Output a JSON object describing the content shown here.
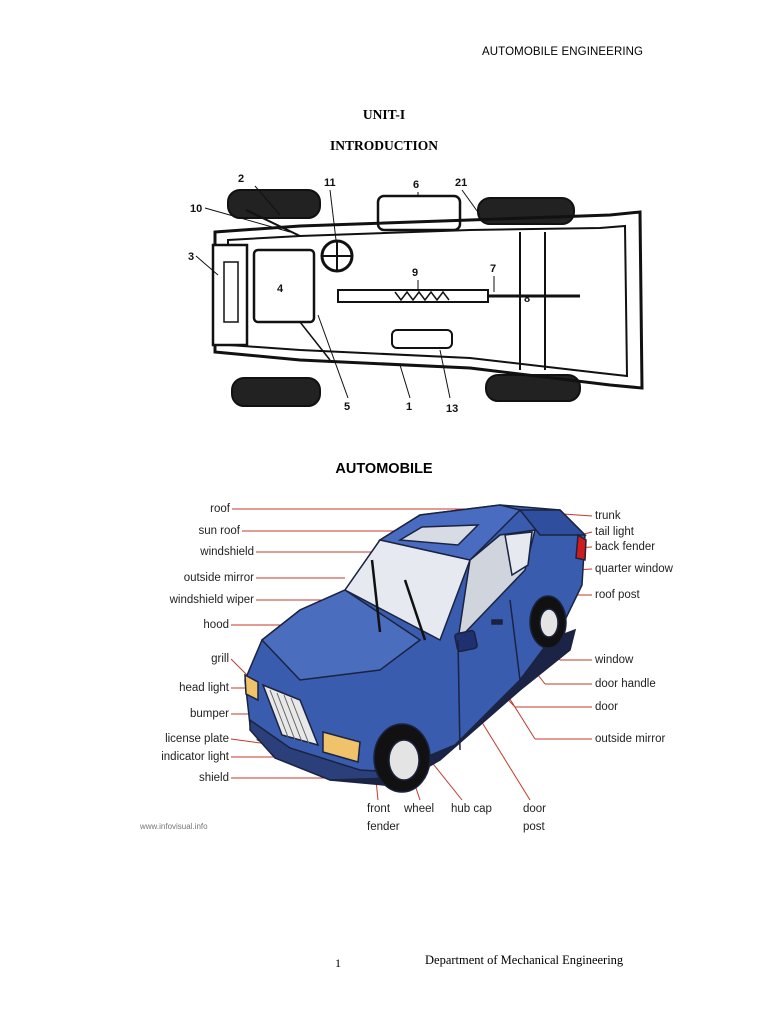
{
  "header": {
    "running_title": "AUTOMOBILE ENGINEERING"
  },
  "heading": {
    "unit": "UNIT-I",
    "section": "INTRODUCTION"
  },
  "chassis_figure": {
    "callouts": [
      "2",
      "10",
      "11",
      "6",
      "21",
      "3",
      "4",
      "9",
      "7",
      "8",
      "5",
      "1",
      "13"
    ]
  },
  "car_figure": {
    "title": "AUTOMOBILE",
    "left_labels": [
      "roof",
      "sun roof",
      "windshield",
      "outside mirror",
      "windshield wiper",
      "hood",
      "grill",
      "head light",
      "bumper",
      "license plate",
      "indicator light",
      "shield"
    ],
    "right_labels": [
      "trunk",
      "tail light",
      "back fender",
      "quarter window",
      "roof post",
      "window",
      "door handle",
      "door",
      "outside mirror"
    ],
    "bottom_labels": [
      "front",
      "wheel",
      "hub cap",
      "door",
      "fender",
      "post"
    ],
    "watermark": "www.infovisual.info",
    "body_color": "#3a5cae"
  },
  "footer": {
    "page_number": "1",
    "department": "Department of Mechanical Engineering"
  }
}
